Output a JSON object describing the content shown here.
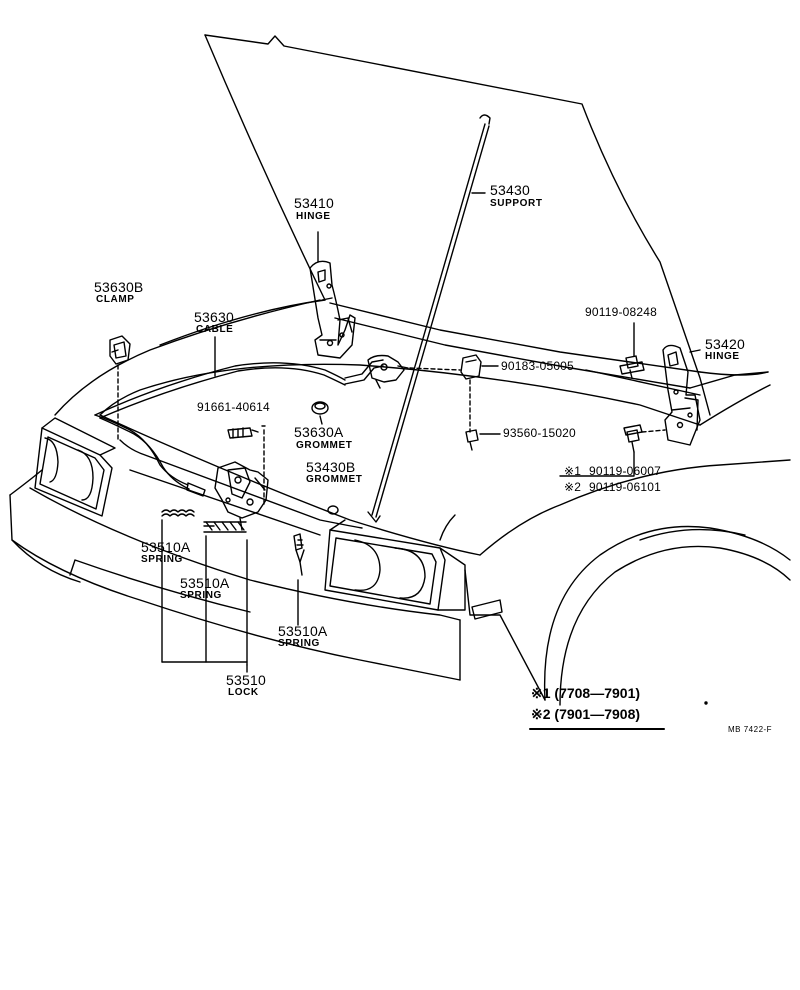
{
  "labels": {
    "support": {
      "number": "53430",
      "name": "SUPPORT"
    },
    "hinge_left": {
      "number": "53410",
      "name": "HINGE"
    },
    "clamp": {
      "number": "53630B",
      "name": "CLAMP"
    },
    "cable": {
      "number": "53630",
      "name": "CABLE"
    },
    "bolt_right": {
      "number": "90119-08248"
    },
    "hinge_right": {
      "number": "53420",
      "name": "HINGE"
    },
    "clip": {
      "number": "90183-05005"
    },
    "screw_left": {
      "number": "91661-40614"
    },
    "grommet_a": {
      "number": "53630A",
      "name": "GROMMET"
    },
    "screw_right": {
      "number": "93560-15020"
    },
    "grommet_b": {
      "number": "53430B",
      "name": "GROMMET"
    },
    "bolt_note1": {
      "mark": "※1",
      "number": "90119-06007"
    },
    "bolt_note2": {
      "mark": "※2",
      "number": "90119-06101"
    },
    "spring_1": {
      "number": "53510A",
      "name": "SPRING"
    },
    "spring_2": {
      "number": "53510A",
      "name": "SPRING"
    },
    "spring_3": {
      "number": "53510A",
      "name": "SPRING"
    },
    "lock": {
      "number": "53510",
      "name": "LOCK"
    }
  },
  "legend": {
    "line1": "※1 (7708—7901)",
    "line2": "※2 (7901—7908)"
  },
  "drawing_code": "MB  7422-F"
}
